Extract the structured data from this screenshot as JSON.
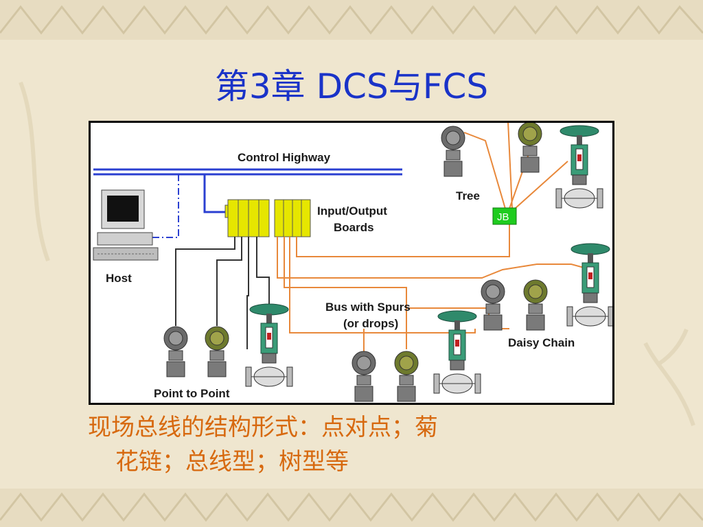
{
  "slide": {
    "title": "第3章 DCS与FCS",
    "caption_line1": "现场总线的结构形式：点对点；菊",
    "caption_line2": "花链；总线型；树型等"
  },
  "diagram": {
    "labels": {
      "control_highway": "Control Highway",
      "io_boards_line1": "Input/Output",
      "io_boards_line2": "Boards",
      "host": "Host",
      "tree": "Tree",
      "jb": "JB",
      "bus_spurs_line1": "Bus with Spurs",
      "bus_spurs_line2": "(or drops)",
      "daisy_chain": "Daisy Chain",
      "point_to_point": "Point to Point"
    },
    "colors": {
      "highway": "#2a3fd1",
      "fieldbus_wire": "#e8883a",
      "io_board": "#e6e600",
      "junction_box": "#1fcc1f",
      "title": "#1a33c8",
      "caption": "#d7690f"
    }
  }
}
